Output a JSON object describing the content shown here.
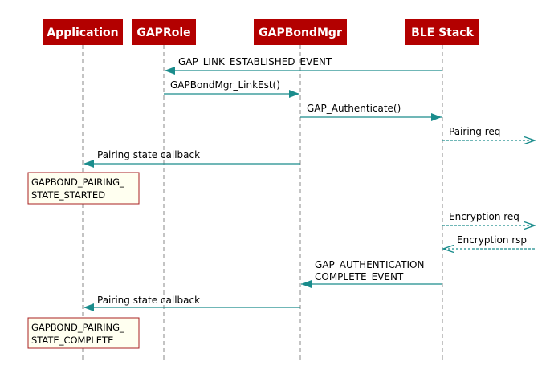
{
  "colors": {
    "participant_fill": "#b30000",
    "participant_text": "#ffffff",
    "lifeline": "#8a8a8a",
    "arrow": "#1a8c8c",
    "note_fill": "#fffff0",
    "note_border": "#a82020"
  },
  "participants": [
    {
      "id": "app",
      "label": "Application"
    },
    {
      "id": "gaprole",
      "label": "GAPRole"
    },
    {
      "id": "bondmgr",
      "label": "GAPBondMgr"
    },
    {
      "id": "stack",
      "label": "BLE Stack"
    }
  ],
  "messages": [
    {
      "from": "stack",
      "to": "gaprole",
      "style": "solid",
      "lines": [
        "GAP_LINK_ESTABLISHED_EVENT"
      ]
    },
    {
      "from": "gaprole",
      "to": "bondmgr",
      "style": "solid",
      "lines": [
        "GAPBondMgr_LinkEst()"
      ]
    },
    {
      "from": "bondmgr",
      "to": "stack",
      "style": "solid",
      "lines": [
        "GAP_Authenticate()"
      ]
    },
    {
      "from": "stack",
      "to": "remote",
      "style": "dashed",
      "lines": [
        "Pairing req"
      ]
    },
    {
      "from": "bondmgr",
      "to": "app",
      "style": "solid",
      "lines": [
        "Pairing state callback"
      ]
    },
    {
      "from": "stack",
      "to": "remote",
      "style": "dashed",
      "lines": [
        "Encryption req"
      ]
    },
    {
      "from": "remote",
      "to": "stack",
      "style": "dashed",
      "lines": [
        "Encryption rsp"
      ]
    },
    {
      "from": "stack",
      "to": "bondmgr",
      "style": "solid",
      "lines": [
        "GAP_AUTHENTICATION_",
        "COMPLETE_EVENT"
      ]
    },
    {
      "from": "bondmgr",
      "to": "app",
      "style": "solid",
      "lines": [
        "Pairing state callback"
      ]
    }
  ],
  "notes": [
    {
      "over": "app",
      "lines": [
        "GAPBOND_PAIRING_",
        "STATE_STARTED"
      ]
    },
    {
      "over": "app",
      "lines": [
        "GAPBOND_PAIRING_",
        "STATE_COMPLETE"
      ]
    }
  ]
}
